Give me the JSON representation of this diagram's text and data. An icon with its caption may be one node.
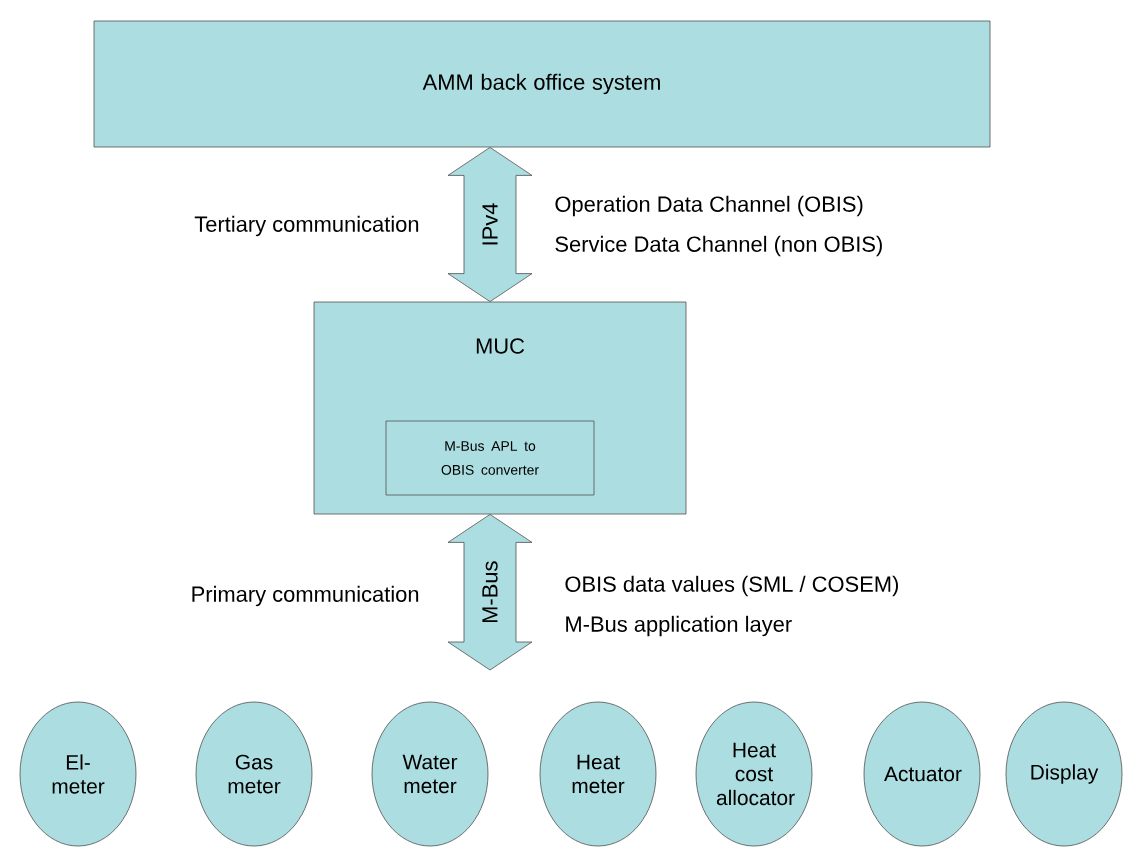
{
  "diagram": {
    "nodes": [
      {
        "text": [
          "AMM back office system"
        ]
      },
      {
        "text": [
          "MUC"
        ]
      },
      {
        "text": [
          "M-Bus APL to OBIS converter"
        ],
        "in": 1
      },
      {
        "text": [
          "El- meter"
        ]
      },
      {
        "text": [
          "Gas meter"
        ]
      },
      {
        "text": [
          "Water meter"
        ]
      },
      {
        "text": [
          "Heat meter"
        ]
      },
      {
        "text": [
          "Heat cost allocator"
        ]
      },
      {
        "text": [
          "Actuator"
        ]
      },
      {
        "text": [
          "Display"
        ]
      }
    ],
    "edges": [
      {
        "from": 0,
        "to": 1,
        "arrow": "both",
        "label": "IPv4"
      },
      {
        "from": 1,
        "to": null,
        "arrow": "both",
        "label": "M-Bus"
      }
    ],
    "labels": [
      "Tertiary communication",
      "Operation Data Channel (OBIS)",
      "Service Data Channel (non OBIS)",
      "Primary communication",
      "OBIS data values (SML / COSEM)",
      "M-Bus application layer"
    ]
  }
}
